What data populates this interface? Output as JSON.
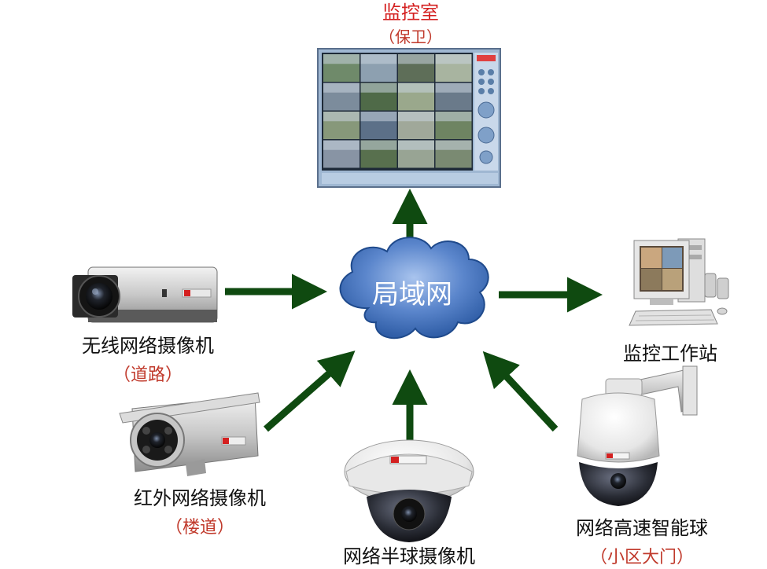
{
  "center": {
    "label": "局域网"
  },
  "nodes": {
    "control_room": {
      "title": "监控室",
      "subtitle": "（保卫）"
    },
    "workstation": {
      "title": "监控工作站"
    },
    "wireless_camera": {
      "title": "无线网络摄像机",
      "subtitle": "（道路）"
    },
    "infrared_camera": {
      "title": "红外网络摄像机",
      "subtitle": "（楼道）"
    },
    "dome_camera": {
      "title": "网络半球摄像机"
    },
    "speed_dome": {
      "title": "网络高速智能球",
      "subtitle": "（小区大门）"
    }
  },
  "colors": {
    "title": "#d42020",
    "subtitle": "#c0392b",
    "arrow": "#0f4a10",
    "cloud": "#3f6fb6",
    "text": "#111111"
  }
}
